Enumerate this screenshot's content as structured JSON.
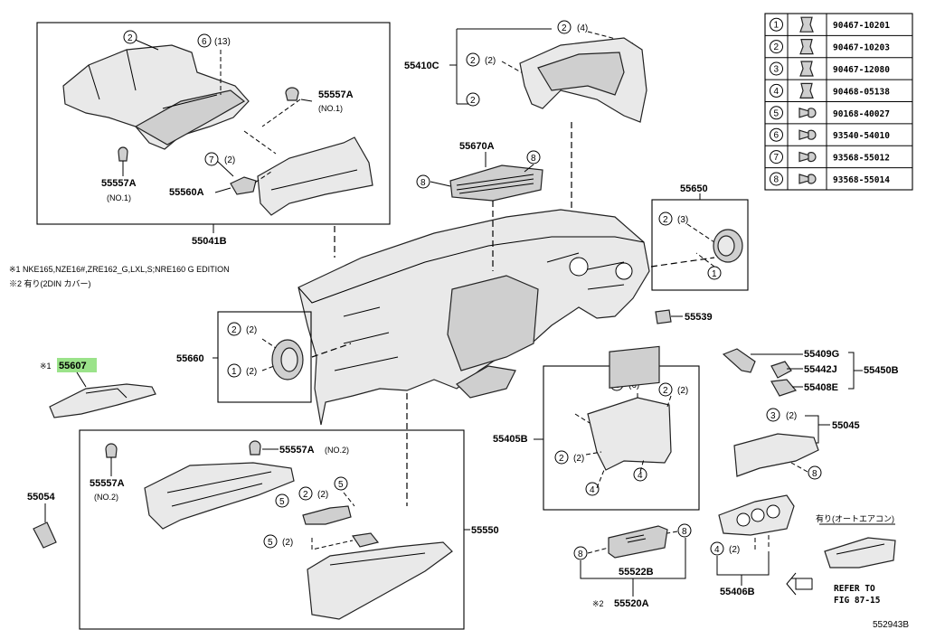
{
  "diagram": {
    "code": "552943B",
    "footnotes": [
      "※1 NKE165,NZE16#,ZRE162_G,LXL,S;NRE160 G EDITION",
      "※2 有り(2DIN カバー)"
    ],
    "parts": {
      "p55041B": "55041B",
      "p55410C": "55410C",
      "p55670A": "55670A",
      "p55650": "55650",
      "p55660": "55660",
      "p55539": "55539",
      "p55409G": "55409G",
      "p55442J": "55442J",
      "p55408E": "55408E",
      "p55450B": "55450B",
      "p55045": "55045",
      "p55405B": "55405B",
      "p55607": "55607",
      "p55607_mark": "※1",
      "p55557A_no1_a": "55557A",
      "p55557A_no1_b": "55557A",
      "p55560A": "55560A",
      "p55557A_no2_a": "55557A",
      "p55557A_no2_b": "55557A",
      "p55054": "55054",
      "p55550": "55550",
      "p55522B": "55522B",
      "p55520A": "55520A",
      "p55520A_mark": "※2",
      "p55406B": "55406B"
    },
    "sublabels": {
      "no1": "(NO.1)",
      "no2": "(NO.2)",
      "no2_inline": "(NO.2)"
    },
    "qty": {
      "q2": "(2)",
      "q3": "(3)",
      "q4": "(4)",
      "q6": "(6)",
      "q13": "(13)"
    },
    "option_note": "有り(オートエアコン)",
    "refer": [
      "REFER TO",
      "FIG 87-15"
    ],
    "legend": [
      {
        "n": "1",
        "part": "90467-10201",
        "icon": "clip-icon"
      },
      {
        "n": "2",
        "part": "90467-10203",
        "icon": "clip-icon"
      },
      {
        "n": "3",
        "part": "90467-12080",
        "icon": "clip-icon"
      },
      {
        "n": "4",
        "part": "90468-05138",
        "icon": "clip-icon"
      },
      {
        "n": "5",
        "part": "90168-40027",
        "icon": "screw-icon"
      },
      {
        "n": "6",
        "part": "93540-54010",
        "icon": "screw-icon"
      },
      {
        "n": "7",
        "part": "93568-55012",
        "icon": "screw-icon"
      },
      {
        "n": "8",
        "part": "93568-55014",
        "icon": "screw-icon"
      }
    ],
    "colors": {
      "highlight": "#9be38a",
      "line": "#000000"
    }
  }
}
